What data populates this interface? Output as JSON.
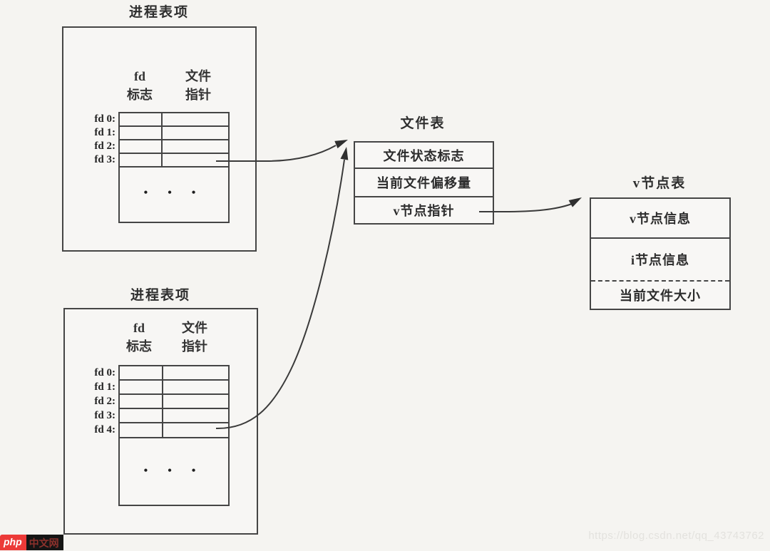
{
  "colors": {
    "background": "#f5f4f1",
    "line": "#454545",
    "text": "#2f2f2f",
    "logo_red": "#ec3a38",
    "logo_black": "#151515",
    "watermark_gray": "#e3e2de"
  },
  "process_table_top": {
    "title": "进程表项",
    "header_fd_line1": "fd",
    "header_fd_line2": "标志",
    "header_fp_line1": "文件",
    "header_fp_line2": "指针",
    "fd_labels": [
      "fd 0:",
      "fd 1:",
      "fd 2:",
      "fd 3:"
    ],
    "ellipsis": "• • •"
  },
  "process_table_bottom": {
    "title": "进程表项",
    "header_fd_line1": "fd",
    "header_fd_line2": "标志",
    "header_fp_line1": "文件",
    "header_fp_line2": "指针",
    "fd_labels": [
      "fd 0:",
      "fd 1:",
      "fd 2:",
      "fd 3:",
      "fd 4:"
    ],
    "ellipsis": "• • •"
  },
  "file_table": {
    "title": "文件表",
    "rows": [
      "文件状态标志",
      "当前文件偏移量",
      "v节点指针"
    ]
  },
  "vnode_table": {
    "title": "v节点表",
    "rows": [
      "v节点信息",
      "i节点信息",
      "当前文件大小"
    ]
  },
  "watermark": {
    "logo_php": "php",
    "logo_suffix": "中文网",
    "url": "https://blog.csdn.net/qq_43743762"
  }
}
